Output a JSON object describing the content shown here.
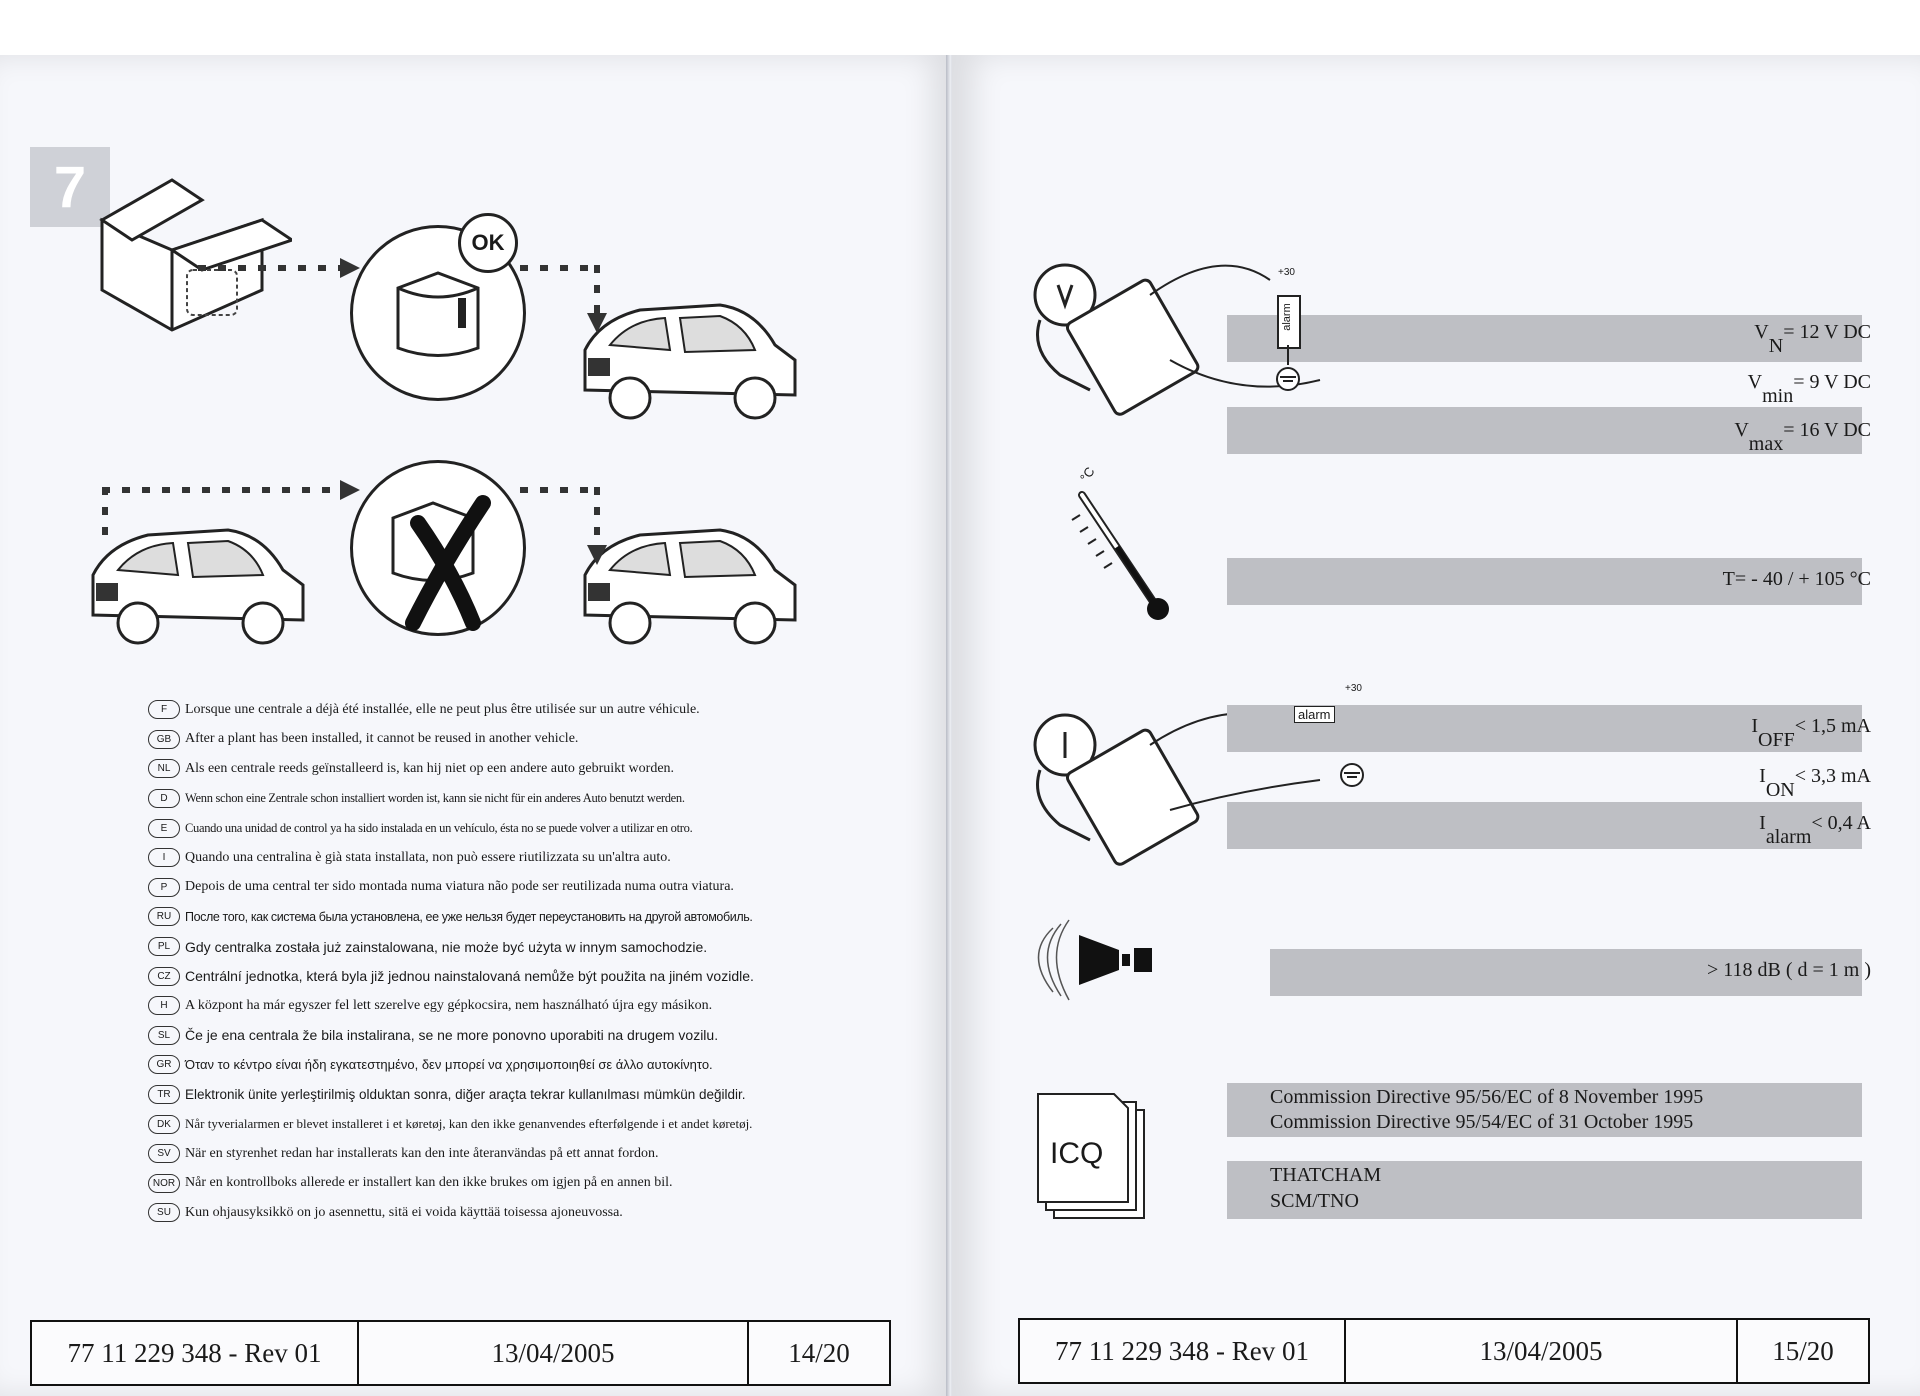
{
  "left_page": {
    "step_number": "7",
    "ok_label": "OK",
    "languages": [
      {
        "code": "F",
        "text": "Lorsque une centrale a déjà été installée, elle ne peut plus être utilisée sur un autre véhicule."
      },
      {
        "code": "GB",
        "text": "After a plant has been installed, it cannot be reused in another vehicle."
      },
      {
        "code": "NL",
        "text": "Als een centrale reeds geïnstalleerd is, kan hij niet op een andere auto gebruikt worden."
      },
      {
        "code": "D",
        "text": "Wenn schon eine Zentrale schon installiert worden ist, kann sie nicht für ein anderes Auto benutzt werden."
      },
      {
        "code": "E",
        "text": "Cuando una unidad de control ya ha sido instalada en un vehículo, ésta no se puede volver a utilizar en otro."
      },
      {
        "code": "I",
        "text": "Quando una centralina è già stata installata, non può essere riutilizzata su un'altra auto."
      },
      {
        "code": "P",
        "text": "Depois de uma central ter sido montada numa viatura não pode ser reutilizada numa outra viatura."
      },
      {
        "code": "RU",
        "text": "После того, как система была установлена, ее уже нельзя будет переустановить на другой автомобиль."
      },
      {
        "code": "PL",
        "text": "Gdy centralka została już zainstalowana, nie może być użyta w innym samochodzie."
      },
      {
        "code": "CZ",
        "text": "Centrální jednotka, která byla již jednou nainstalovaná nemůže být použita na jiném vozidle."
      },
      {
        "code": "H",
        "text": "A központ ha már egyszer fel lett szerelve egy gépkocsira, nem használható újra egy másikon."
      },
      {
        "code": "SL",
        "text": "Če je ena centrala že bila instalirana, se ne more ponovno uporabiti na drugem vozilu."
      },
      {
        "code": "GR",
        "text": "Όταν το κέντρο είναι ήδη εγκατεστημένο, δεν μπορεί να χρησιμοποιηθεί σε άλλο αυτοκίνητο."
      },
      {
        "code": "TR",
        "text": "Elektronik ünite yerleştirilmiş olduktan sonra, diğer araçta tekrar kullanılması mümkün değildir."
      },
      {
        "code": "DK",
        "text": "Når tyverialarmen er blevet installeret i et køretøj, kan den ikke genanvendes efterfølgende i et andet køretøj."
      },
      {
        "code": "SV",
        "text": "När en styrenhet redan har installerats kan den inte återanvändas på ett annat fordon."
      },
      {
        "code": "NOR",
        "text": "Når en kontrollboks allerede er installert kan den ikke brukes om igjen på en annen bil."
      },
      {
        "code": "SU",
        "text": "Kun ohjausyksikkö on jo asennettu, sitä ei voida käyttää toisessa ajoneuvossa."
      }
    ],
    "footer": {
      "ref": "77 11 229 348 - Rev 01",
      "date": "13/04/2005",
      "page": "14/20"
    }
  },
  "right_page": {
    "voltage": {
      "plus_label": "+30",
      "alarm_label": "alarm",
      "meter_symbol": "V",
      "specs": [
        {
          "prefix": "V",
          "sub": "N",
          "value": "= 12 V DC"
        },
        {
          "prefix": "V",
          "sub": "min",
          "value": "= 9 V DC"
        },
        {
          "prefix": "V",
          "sub": "max",
          "value": "= 16 V DC"
        }
      ]
    },
    "temperature": {
      "unit_label": "°C",
      "range": "T= - 40 / + 105 °C"
    },
    "current": {
      "plus_label": "+30",
      "alarm_label": "alarm",
      "meter_symbol": "I",
      "specs": [
        {
          "prefix": "I",
          "sub": "OFF",
          "value": "< 1,5 mA"
        },
        {
          "prefix": "I",
          "sub": "ON",
          "value": "< 3,3 mA"
        },
        {
          "prefix": "I",
          "sub": "alarm",
          "value": "< 0,4 A"
        }
      ]
    },
    "sound": {
      "level": "> 118 dB ( d = 1 m )"
    },
    "approval": {
      "icon_label": "ICQ",
      "directives": [
        "Commission Directive 95/56/EC of 8 November 1995",
        "Commission Directive 95/54/EC of 31 October 1995"
      ],
      "bodies": [
        "THATCHAM",
        "SCM/TNO"
      ]
    },
    "footer": {
      "ref": "77 11 229 348 - Rev 01",
      "date": "13/04/2005",
      "page": "15/20"
    }
  }
}
